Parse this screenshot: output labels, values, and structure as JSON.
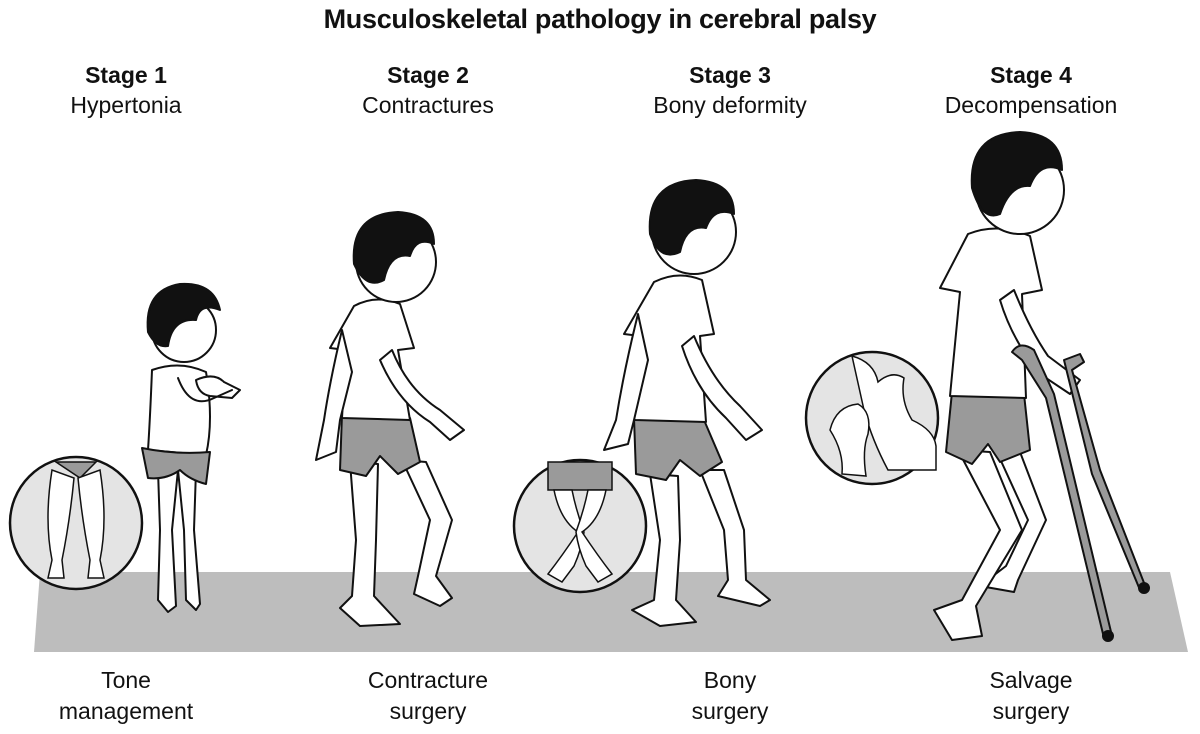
{
  "title": "Musculoskeletal pathology in cerebral palsy",
  "stages": [
    {
      "number": "Stage 1",
      "name": "Hypertonia",
      "treatment": [
        "Tone",
        "management"
      ],
      "inset": "knees-inset"
    },
    {
      "number": "Stage 2",
      "name": "Contractures",
      "treatment": [
        "Contracture",
        "surgery"
      ],
      "inset": ""
    },
    {
      "number": "Stage 3",
      "name": "Bony deformity",
      "treatment": [
        "Bony",
        "surgery"
      ],
      "inset": "legs-inset"
    },
    {
      "number": "Stage 4",
      "name": "Decompensation",
      "treatment": [
        "Salvage",
        "surgery"
      ],
      "inset": "hip-joint-inset"
    }
  ],
  "colors": {
    "floor": "#bdbdbd",
    "shorts": "#9a9a9a",
    "hair": "#111111",
    "inset_bg": "#e4e4e4"
  }
}
